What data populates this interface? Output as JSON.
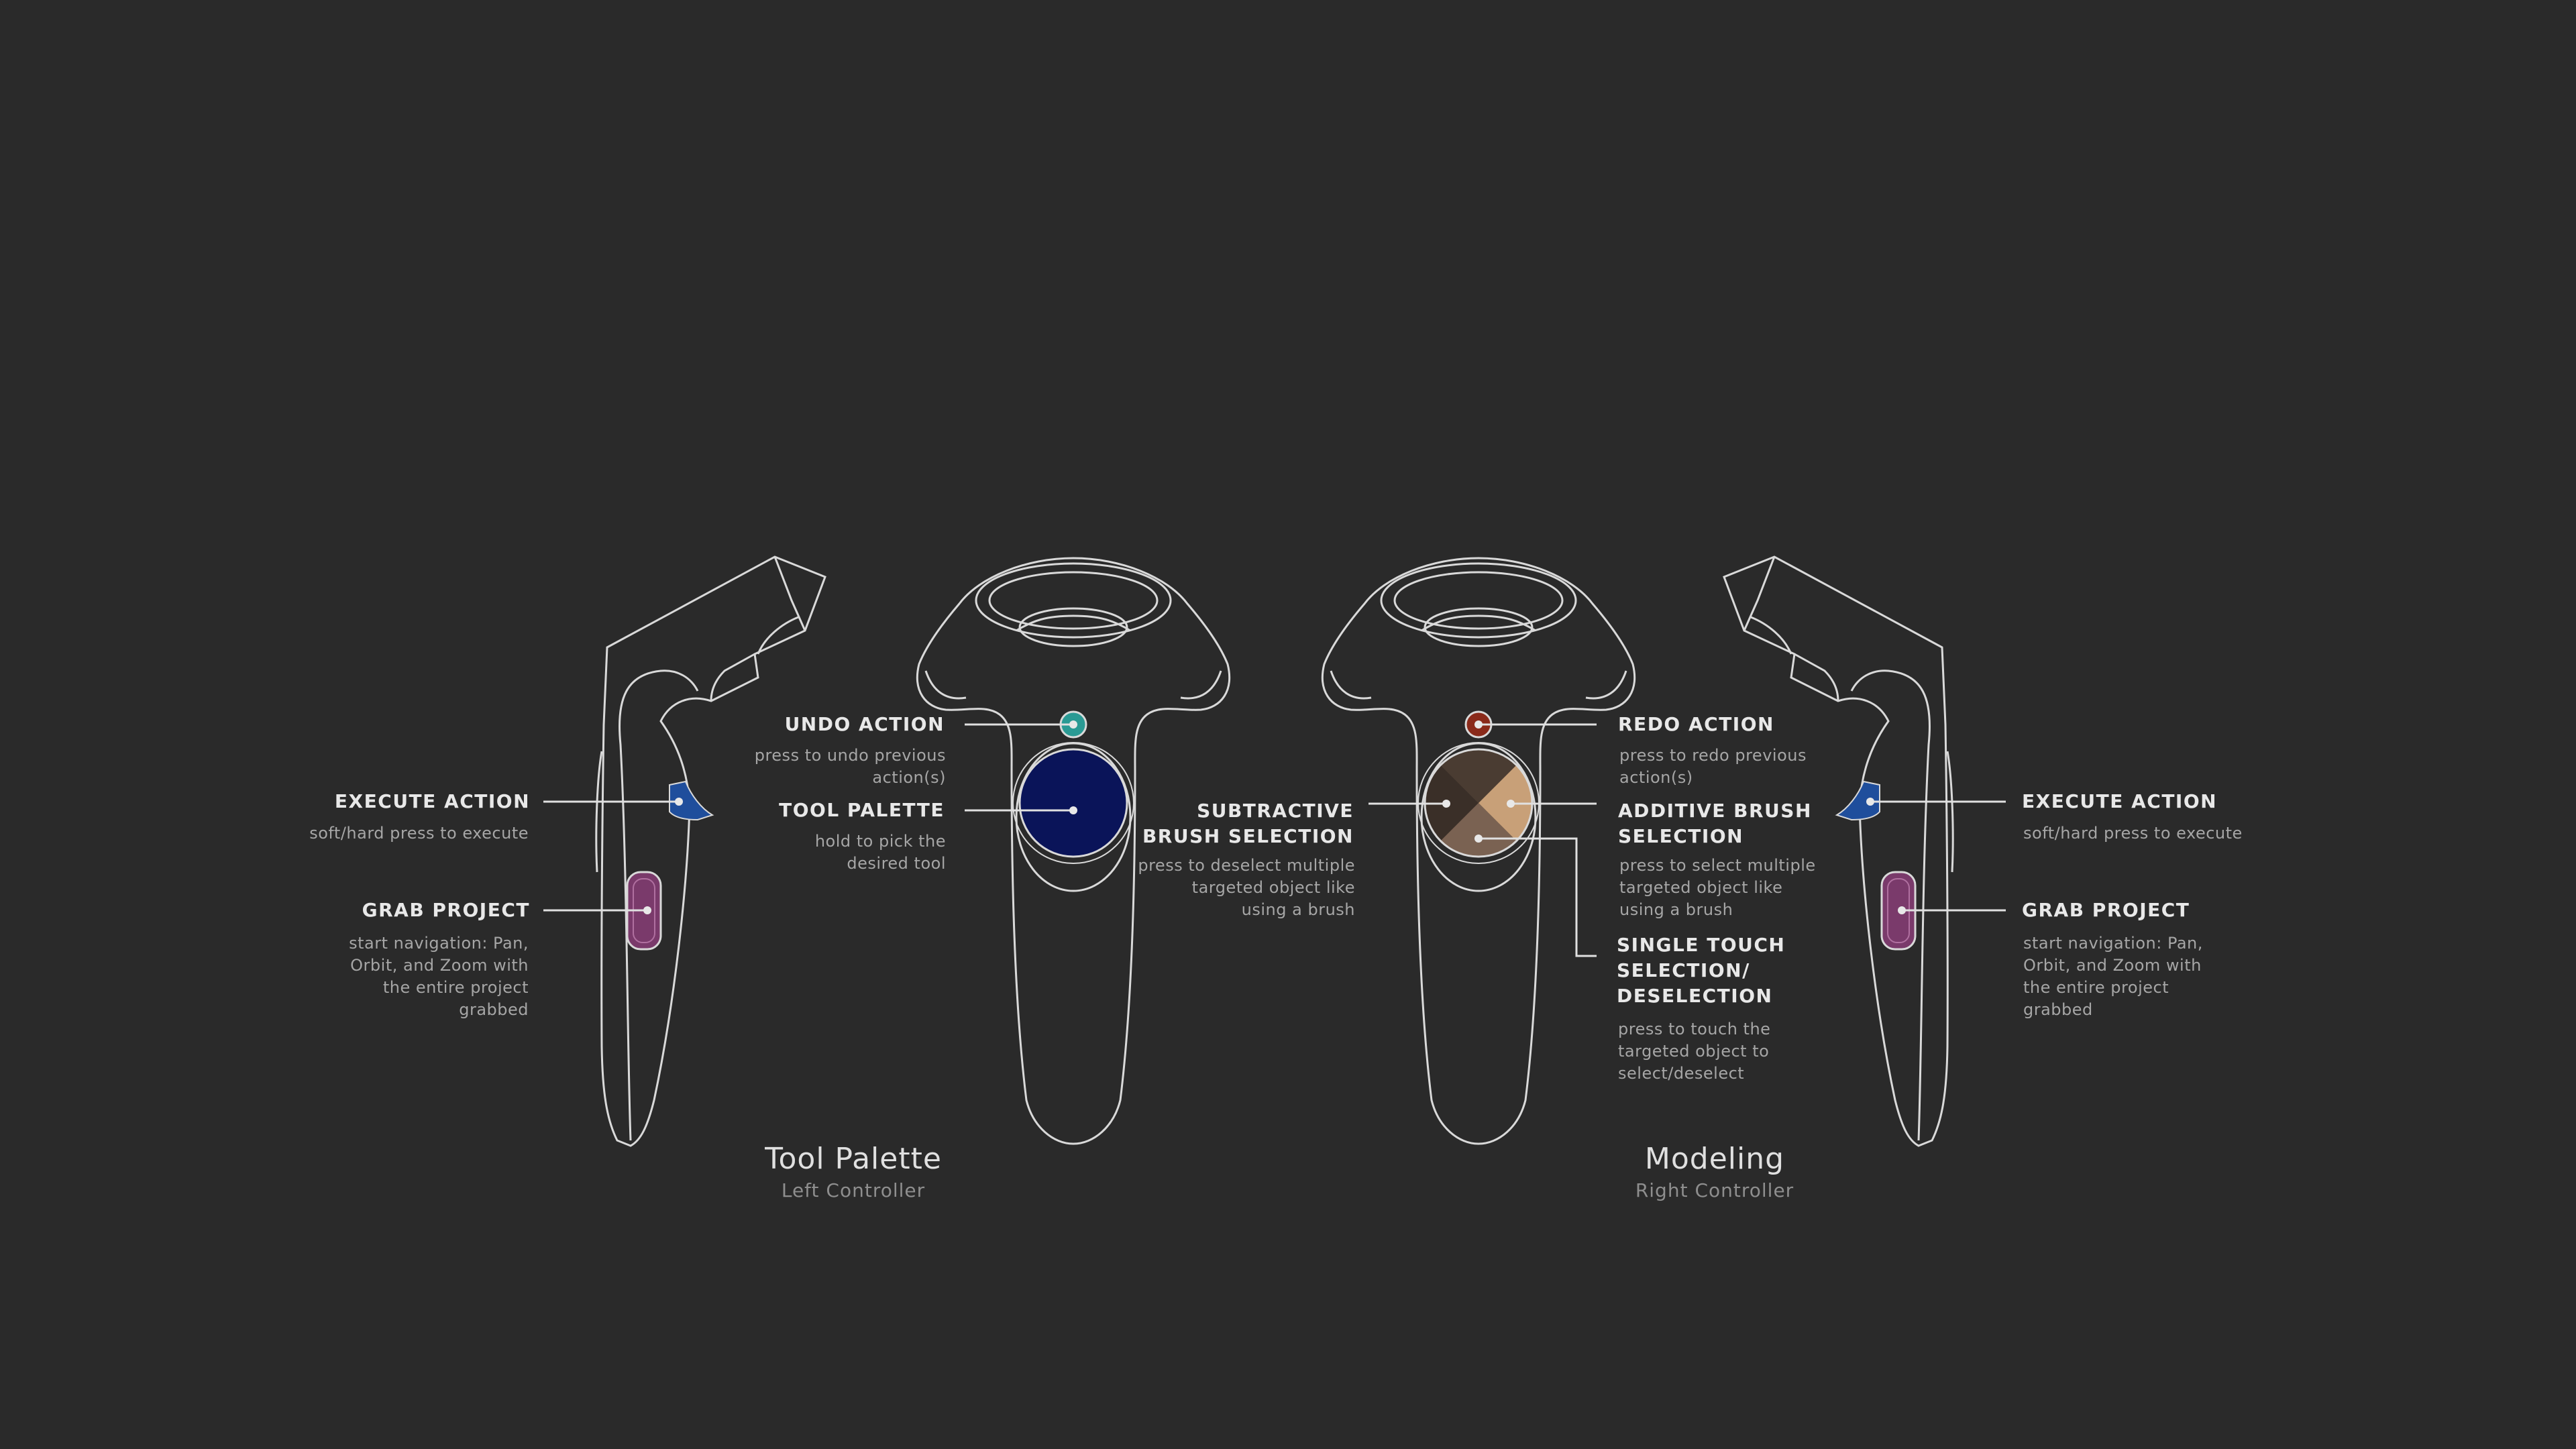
{
  "colors": {
    "background": "#2a2a2a",
    "outline": "#d9d9d9",
    "trigger": "#1f4e9c",
    "grip": "#7a3a6b",
    "undo": "#2a9a94",
    "redo": "#8a2a1a",
    "touchpad_left": "#0a1459",
    "brush_subtractive": "#3a2f28",
    "brush_additive": "#c8a078",
    "brush_single": "#6a5444"
  },
  "left_controller": {
    "heading": "Tool Palette",
    "subheading": "Left Controller",
    "execute": {
      "title": "EXECUTE ACTION",
      "desc": [
        "soft/hard press to execute"
      ]
    },
    "grab": {
      "title": "GRAB PROJECT",
      "desc": [
        "start navigation: Pan,",
        "Orbit, and Zoom with",
        "the entire project",
        "grabbed"
      ]
    },
    "undo": {
      "title": "UNDO ACTION",
      "desc": [
        "press to undo previous",
        "action(s)"
      ]
    },
    "palette": {
      "title": "TOOL PALETTE",
      "desc": [
        "hold to pick the",
        "desired tool"
      ]
    }
  },
  "right_controller": {
    "heading": "Modeling",
    "subheading": "Right Controller",
    "subtractive": {
      "title": [
        "SUBTRACTIVE",
        "BRUSH SELECTION"
      ],
      "desc": [
        "press to deselect multiple",
        "targeted object like",
        "using a brush"
      ]
    },
    "redo": {
      "title": "REDO ACTION",
      "desc": [
        "press to redo previous",
        "action(s)"
      ]
    },
    "additive": {
      "title": [
        "ADDITIVE BRUSH",
        "SELECTION"
      ],
      "desc": [
        "press to select multiple",
        "targeted object like",
        "using a brush"
      ]
    },
    "single": {
      "title": [
        "SINGLE TOUCH",
        "SELECTION/",
        "DESELECTION"
      ],
      "desc": [
        "press to touch the",
        "targeted object to",
        "select/deselect"
      ]
    },
    "execute": {
      "title": "EXECUTE ACTION",
      "desc": [
        "soft/hard press to execute"
      ]
    },
    "grab": {
      "title": "GRAB PROJECT",
      "desc": [
        "start navigation: Pan,",
        "Orbit, and Zoom with",
        "the entire project",
        "grabbed"
      ]
    }
  }
}
